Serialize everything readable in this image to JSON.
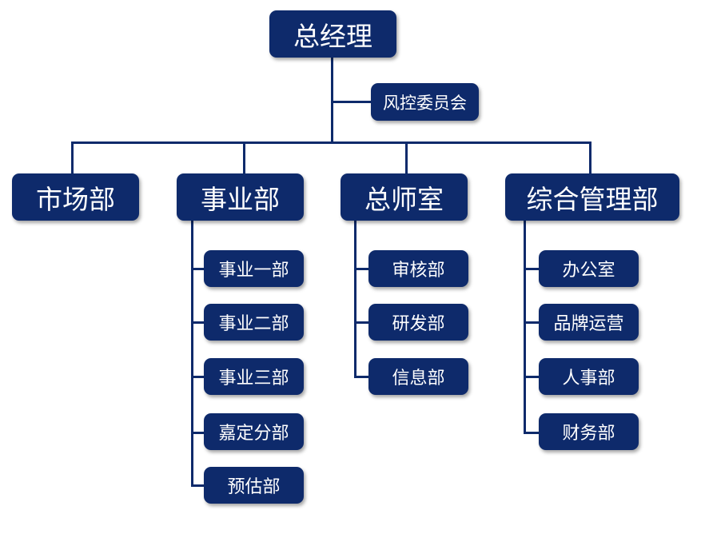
{
  "org": {
    "root": "总经理",
    "committee": "风控委员会",
    "departments": [
      {
        "name": "市场部",
        "children": []
      },
      {
        "name": "事业部",
        "children": [
          "事业一部",
          "事业二部",
          "事业三部",
          "嘉定分部",
          "预估部"
        ]
      },
      {
        "name": "总师室",
        "children": [
          "审核部",
          "研发部",
          "信息部"
        ]
      },
      {
        "name": "综合管理部",
        "children": [
          "办公室",
          "品牌运营",
          "人事部",
          "财务部"
        ]
      }
    ]
  },
  "colors": {
    "box_fill": "#0e2a6b",
    "line": "#0e2a6b",
    "text": "#ffffff",
    "background": "#ffffff"
  }
}
